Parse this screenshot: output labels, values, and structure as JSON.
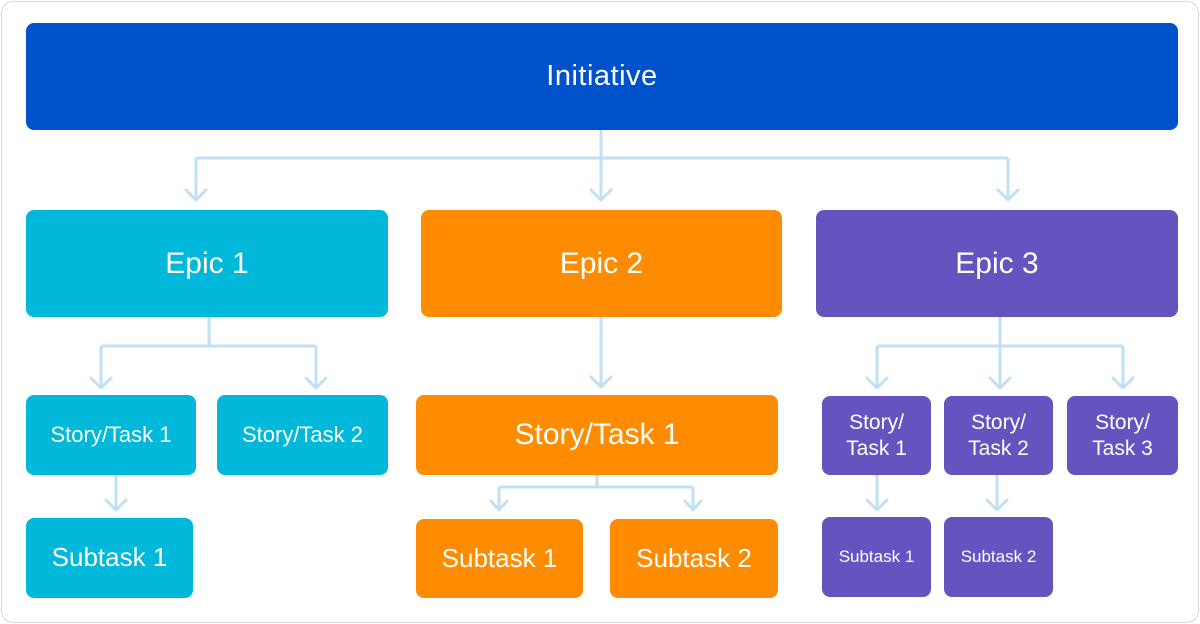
{
  "colors": {
    "initiative": "#0052cc",
    "epic1": "#00b8d9",
    "epic2": "#ff8b00",
    "epic3": "#6554c0",
    "connector": "#c2e0f4"
  },
  "initiative": {
    "label": "Initiative"
  },
  "epic1": {
    "label": "Epic 1",
    "stories": [
      "Story/Task 1",
      "Story/Task 2"
    ],
    "subtasks": [
      "Subtask 1"
    ]
  },
  "epic2": {
    "label": "Epic 2",
    "stories": [
      "Story/Task 1"
    ],
    "subtasks": [
      "Subtask 1",
      "Subtask 2"
    ]
  },
  "epic3": {
    "label": "Epic 3",
    "stories": [
      {
        "line1": "Story/",
        "line2": "Task 1"
      },
      {
        "line1": "Story/",
        "line2": "Task 2"
      },
      {
        "line1": "Story/",
        "line2": "Task 3"
      }
    ],
    "subtasks": [
      "Subtask 1",
      "Subtask 2"
    ]
  }
}
